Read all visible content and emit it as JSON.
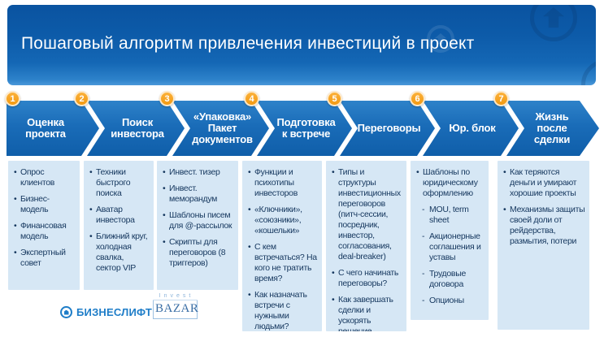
{
  "header": {
    "title": "Пошаговый алгоритм привлечения инвестиций в проект"
  },
  "steps": [
    {
      "number": "1",
      "label": "Оценка\nпроекта",
      "items": [
        {
          "type": "bullet",
          "text": "Опрос клиентов"
        },
        {
          "type": "bullet",
          "text": "Бизнес-модель"
        },
        {
          "type": "bullet",
          "text": "Финансовая модель"
        },
        {
          "type": "bullet",
          "text": "Экспертный совет"
        }
      ]
    },
    {
      "number": "2",
      "label": "Поиск\nинвестора",
      "items": [
        {
          "type": "bullet",
          "text": "Техники быстрого поиска"
        },
        {
          "type": "bullet",
          "text": "Аватар инвестора"
        },
        {
          "type": "bullet",
          "text": "Ближний круг, холодная свалка, сектор VIP"
        }
      ]
    },
    {
      "number": "3",
      "label": "«Упаковка»\nПакет\nдокументов",
      "items": [
        {
          "type": "bullet",
          "text": "Инвест. тизер"
        },
        {
          "type": "bullet",
          "text": "Инвест. меморандум"
        },
        {
          "type": "bullet",
          "text": "Шаблоны писем для @-рассылок"
        },
        {
          "type": "bullet",
          "text": "Скрипты для переговоров (8 триггеров)"
        }
      ]
    },
    {
      "number": "4",
      "label": "Подготовка\nк встрече",
      "items": [
        {
          "type": "bullet",
          "text": "Функции и психотипы инвесторов"
        },
        {
          "type": "bullet",
          "text": "«Ключники», «союзники», «кошельки»"
        },
        {
          "type": "bullet",
          "text": "С кем встречаться? На кого не тратить время?"
        },
        {
          "type": "bullet",
          "text": "Как назначать встречи с нужными людьми?"
        }
      ]
    },
    {
      "number": "5",
      "label": "Переговоры",
      "items": [
        {
          "type": "bullet",
          "text": "Типы и структуры инвестиционных переговоров (питч-сессии, посредник, инвестор, согласования, deal-breaker)"
        },
        {
          "type": "bullet",
          "text": "С чего начинать переговоры?"
        },
        {
          "type": "bullet",
          "text": "Как завершать сделки и ускорять решение"
        }
      ]
    },
    {
      "number": "6",
      "label": "Юр. блок",
      "items": [
        {
          "type": "bullet",
          "text": "Шаблоны по юридическому оформлению"
        },
        {
          "type": "dash",
          "text": "MOU, term sheet"
        },
        {
          "type": "dash",
          "text": "Акционерные соглашения и уставы"
        },
        {
          "type": "dash",
          "text": "Трудовые договора"
        },
        {
          "type": "dash",
          "text": "Опционы"
        }
      ]
    },
    {
      "number": "7",
      "label": "Жизнь после\nсделки",
      "items": [
        {
          "type": "bullet",
          "text": "Как теряются деньги и умирают хорошие проекты"
        },
        {
          "type": "bullet",
          "text": "Механизмы защиты своей доли от рейдерства, размытия, потери"
        }
      ]
    }
  ],
  "logos": {
    "bizneslift": "БИЗНЕСЛИФТ",
    "invest": "Invest",
    "bazar": "BAZAR"
  },
  "colors": {
    "header_top": "#0a53a0",
    "header_bottom": "#4a98d9",
    "band_blue": "#1566b1",
    "badge_orange": "#f6a21c",
    "panel_bg": "#d6e7f5",
    "panel_text": "#15375e",
    "logo_blue": "#1e7dc8"
  }
}
